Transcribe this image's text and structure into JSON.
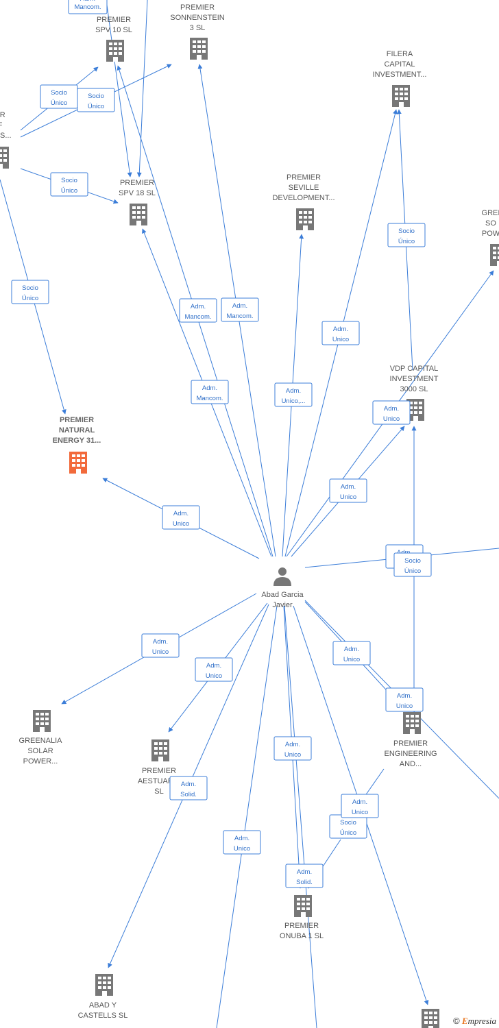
{
  "colors": {
    "edge": "#3b7dd8",
    "building": "#777777",
    "building_highlight": "#f26a3b",
    "person": "#777777"
  },
  "person": {
    "label_lines": [
      "Abad Garcia",
      "Javier"
    ],
    "icon": "person-icon"
  },
  "companies": [
    {
      "id": "spv10",
      "lines": [
        "PREMIER",
        "SPV 10  SL"
      ],
      "highlight": false
    },
    {
      "id": "sonnenstein",
      "lines": [
        "PREMIER",
        "SONNENSTEIN",
        "3  SL"
      ],
      "highlight": false
    },
    {
      "id": "filera",
      "lines": [
        "FILERA",
        "CAPITAL",
        "INVESTMENT..."
      ],
      "highlight": false
    },
    {
      "id": "left-partial",
      "lines": [
        "ER",
        "F",
        "ILES..."
      ],
      "highlight": false
    },
    {
      "id": "spv18",
      "lines": [
        "PREMIER",
        "SPV 18  SL"
      ],
      "highlight": false
    },
    {
      "id": "seville",
      "lines": [
        "PREMIER",
        "SEVILLE",
        "DEVELOPMENT..."
      ],
      "highlight": false
    },
    {
      "id": "green-right",
      "lines": [
        "GREI",
        "SO",
        "POW"
      ],
      "highlight": false
    },
    {
      "id": "natural",
      "lines": [
        "PREMIER",
        "NATURAL",
        "ENERGY 31..."
      ],
      "highlight": true
    },
    {
      "id": "vdp",
      "lines": [
        "VDP CAPITAL",
        "INVESTMENT",
        "3000  SL"
      ],
      "highlight": false
    },
    {
      "id": "greenalia",
      "lines": [
        "GREENALIA",
        "SOLAR",
        "POWER..."
      ],
      "highlight": false
    },
    {
      "id": "aestuaria",
      "lines": [
        "PREMIER",
        "AESTUARIA",
        "SL"
      ],
      "highlight": false
    },
    {
      "id": "engineering",
      "lines": [
        "PREMIER",
        "ENGINEERING",
        "AND..."
      ],
      "highlight": false
    },
    {
      "id": "onuba",
      "lines": [
        "PREMIER",
        "ONUBA 1  SL"
      ],
      "highlight": false
    },
    {
      "id": "castells",
      "lines": [
        "ABAD Y",
        "CASTELLS SL"
      ],
      "highlight": false
    },
    {
      "id": "bottom-right",
      "lines": [],
      "highlight": false
    }
  ],
  "edge_labels": [
    {
      "lines": [
        "Adm.",
        "Mancom."
      ]
    },
    {
      "lines": [
        "Socio",
        "Único"
      ]
    },
    {
      "lines": [
        "Socio",
        "Único"
      ]
    },
    {
      "lines": [
        "Socio",
        "Único"
      ]
    },
    {
      "lines": [
        "Socio",
        "Único"
      ]
    },
    {
      "lines": [
        "Adm.",
        "Mancom."
      ]
    },
    {
      "lines": [
        "Adm.",
        "Mancom."
      ]
    },
    {
      "lines": [
        "Adm.",
        "Mancom."
      ]
    },
    {
      "lines": [
        "Adm.",
        "Unico,..."
      ]
    },
    {
      "lines": [
        "Adm.",
        "Unico"
      ]
    },
    {
      "lines": [
        "Socio",
        "Único"
      ]
    },
    {
      "lines": [
        "Adm.",
        "Unico"
      ]
    },
    {
      "lines": [
        "Adm.",
        "Unico"
      ]
    },
    {
      "lines": [
        "Adm.",
        "Unico"
      ]
    },
    {
      "lines": [
        "Adm.",
        "Unico"
      ]
    },
    {
      "lines": [
        "Socio",
        "Único"
      ]
    },
    {
      "lines": [
        "Adm.",
        "Unico"
      ]
    },
    {
      "lines": [
        "Adm.",
        "Unico"
      ]
    },
    {
      "lines": [
        "Adm.",
        "Unico"
      ]
    },
    {
      "lines": [
        "Adm.",
        "Unico"
      ]
    },
    {
      "lines": [
        "Adm.",
        "Solid."
      ]
    },
    {
      "lines": [
        "Adm.",
        "Unico"
      ]
    },
    {
      "lines": [
        "Adm.",
        "Unico"
      ]
    },
    {
      "lines": [
        "Socio",
        "Único"
      ]
    },
    {
      "lines": [
        "Adm.",
        "Unico"
      ]
    },
    {
      "lines": [
        "Adm.",
        "Solid."
      ]
    }
  ],
  "footer": {
    "copyright": "©",
    "brand_first": "E",
    "brand_rest": "mpresia"
  }
}
